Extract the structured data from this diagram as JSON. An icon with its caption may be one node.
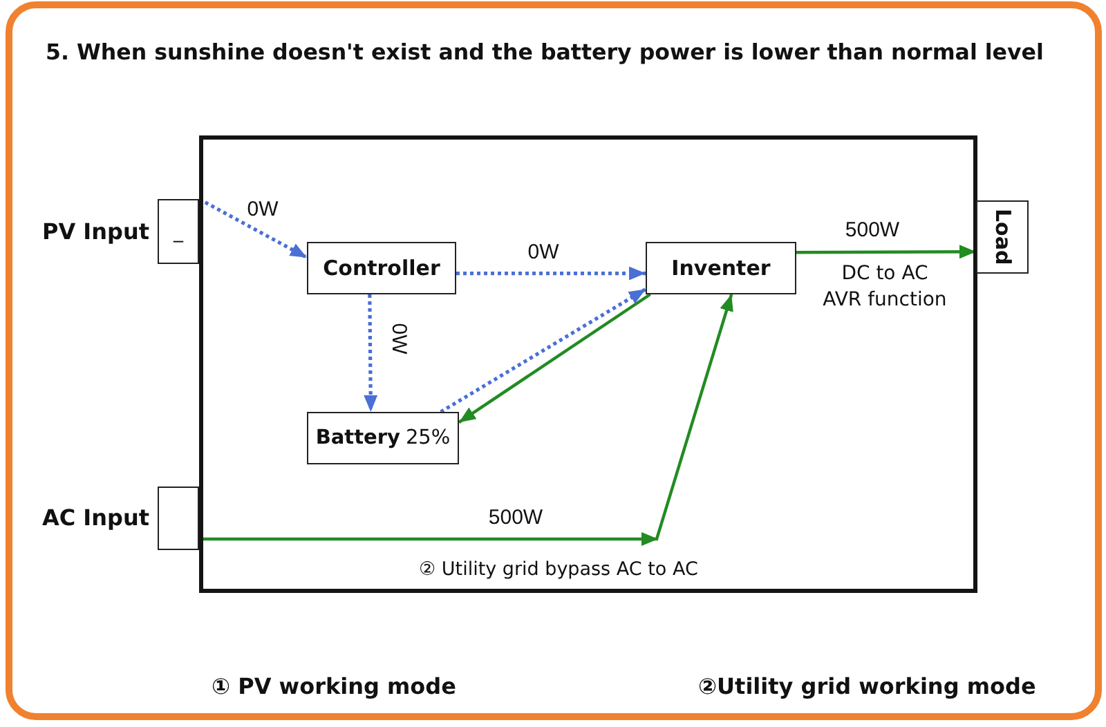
{
  "diagram": {
    "title": "5. When sunshine doesn't exist and the battery power is lower than normal level",
    "nodes": [
      {
        "text": [],
        "shape": "box"
      },
      {
        "text": [
          "PV Input",
          "_"
        ]
      },
      {
        "text": [
          "Controller"
        ],
        "in": 0
      },
      {
        "text": [
          "Inventer"
        ],
        "in": 0
      },
      {
        "text": [
          "Load"
        ]
      },
      {
        "text": [
          "Battery",
          "25%"
        ],
        "in": 0
      },
      {
        "text": [
          "AC Input"
        ]
      }
    ],
    "edges": [
      {
        "from": 1,
        "to": 2,
        "arrow": "to",
        "label": "0W",
        "style": "dashed"
      },
      {
        "from": 2,
        "to": 3,
        "arrow": "to",
        "label": "0W",
        "style": "dashed"
      },
      {
        "from": 2,
        "to": 5,
        "arrow": "to",
        "label": "0W",
        "style": "dashed"
      },
      {
        "from": 5,
        "to": 3,
        "arrow": "to",
        "style": "dashed"
      },
      {
        "from": 3,
        "to": 5,
        "arrow": "to",
        "color": "#228b22"
      },
      {
        "from": 3,
        "to": 4,
        "arrow": "to",
        "label": "500W",
        "color": "#228b22"
      },
      {
        "from": 6,
        "to": 3,
        "arrow": "to",
        "label": "500W",
        "color": "#228b22"
      }
    ],
    "labels": [
      "DC to AC AVR function",
      "② Utility grid bypass AC to AC",
      "① PV working mode",
      "②Utility grid working mode"
    ]
  }
}
